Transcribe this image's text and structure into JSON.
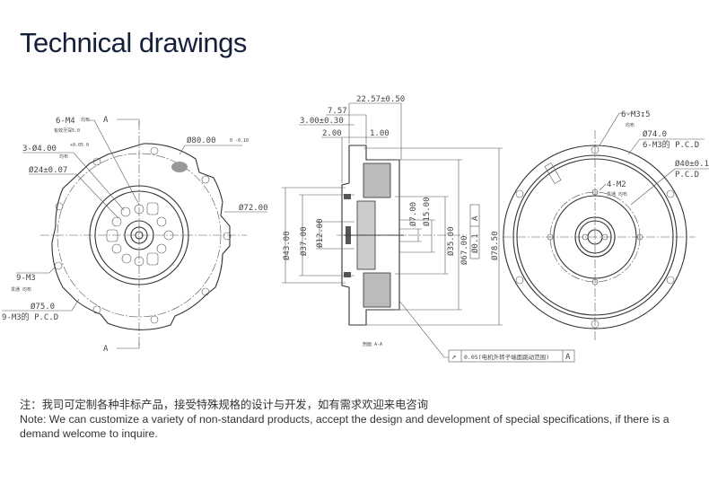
{
  "title": "Technical drawings",
  "front_view": {
    "labels": {
      "section_top": "A",
      "section_bottom": "A",
      "m4": "6-M4",
      "m4_note": "均布",
      "m4_depth": "有效牙深5.0",
      "holes": "3-Ø4.00",
      "holes_tol": "+0.05 0",
      "holes_note": "均布",
      "d24": "Ø24±0.07",
      "d80": "Ø80.00",
      "d80_tol": "0 -0.10",
      "d72": "Ø72.00",
      "m3": "9-M3",
      "m3_note": "贯通  均布",
      "d75": "Ø75.0",
      "pcd": "9-M3的 P.C.D"
    }
  },
  "section_view": {
    "labels": {
      "w22": "22.57±0.50",
      "w757": "7.57",
      "w3": "3.00±0.30",
      "w2": "2.00",
      "w1": "1.00",
      "d43": "Ø43.00",
      "d37": "Ø37.00",
      "d12": "Ø12.00",
      "d7": "Ø7.00",
      "d15": "Ø15.00",
      "d35": "Ø35.00",
      "d67": "Ø67.00",
      "d785": "Ø78.50",
      "coax": "Ø0.1",
      "datum": "A",
      "caption": "剖面 A-A",
      "runout": "0.05(电机外转子端面跳动范围)",
      "runout_datum": "A"
    }
  },
  "rear_view": {
    "labels": {
      "m3": "6-M3↧5",
      "m3_note": "均布",
      "d74": "Ø74.0",
      "pcd74": "6-M3的 P.C.D",
      "d40": "Ø40±0.1",
      "pcd40": "P.C.D",
      "m2": "4-M2",
      "m2_note": "贯通  均布"
    }
  },
  "notes": {
    "zh": "注：我司可定制各种非标产品，接受特殊规格的设计与开发，如有需求欢迎来电咨询",
    "en": "Note: We can customize a variety of non-standard products, accept the design and development of special specifications,  if there is a demand welcome to inquire."
  }
}
